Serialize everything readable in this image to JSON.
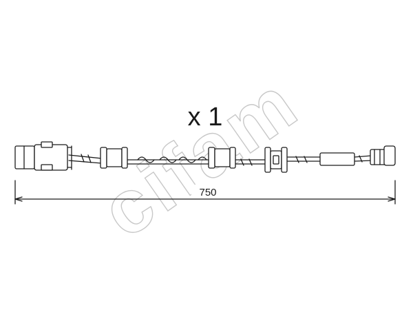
{
  "diagram": {
    "quantity_label": "x 1",
    "dimension_label": "750",
    "watermark_text": "cifam",
    "colors": {
      "line": "#1a1a1a",
      "watermark": "#c8c8c8",
      "background": "#ffffff"
    }
  }
}
